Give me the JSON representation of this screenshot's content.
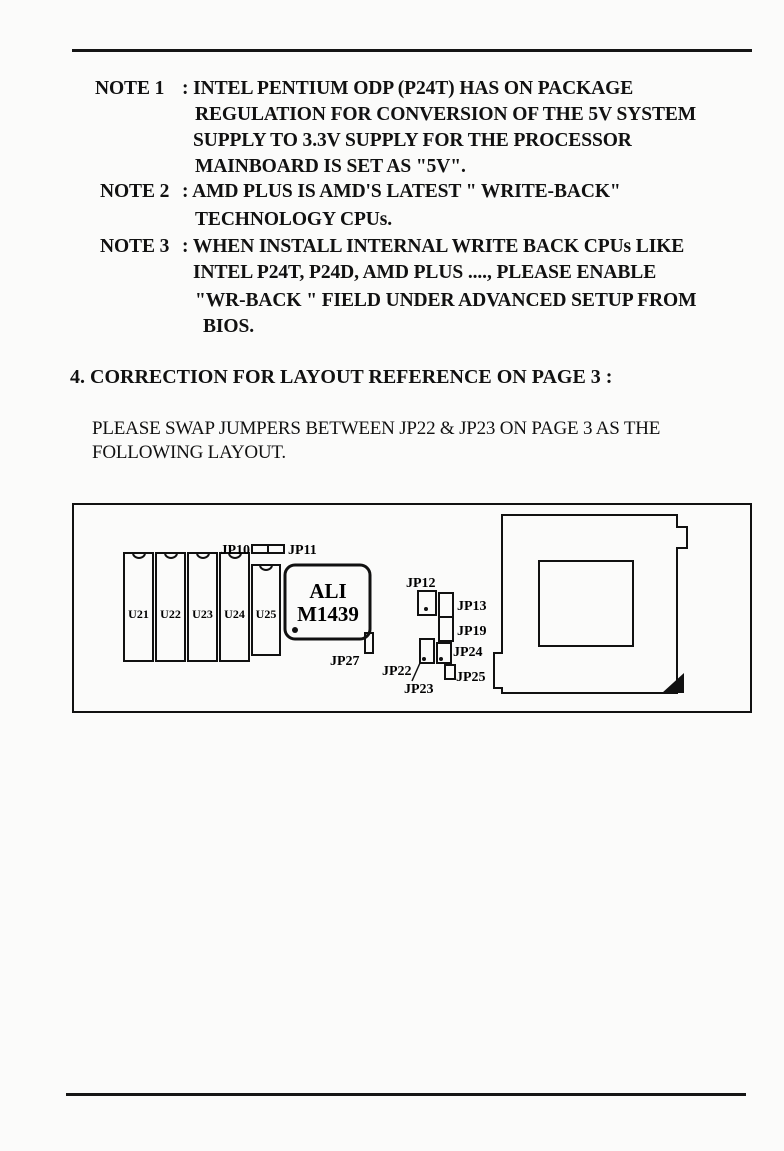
{
  "notes": [
    {
      "tag": "NOTE 1",
      "lines": [
        ": INTEL PENTIUM ODP (P24T) HAS ON PACKAGE",
        "REGULATION FOR CONVERSION OF THE 5V SYSTEM",
        "SUPPLY TO 3.3V SUPPLY FOR THE PROCESSOR",
        "MAINBOARD IS SET AS \"5V\"."
      ]
    },
    {
      "tag": "NOTE 2",
      "lines": [
        ": AMD PLUS IS AMD'S LATEST \" WRITE-BACK\"",
        "TECHNOLOGY CPUs."
      ]
    },
    {
      "tag": "NOTE 3",
      "lines": [
        ": WHEN INSTALL INTERNAL WRITE BACK CPUs LIKE",
        "INTEL P24T, P24D, AMD PLUS ...., PLEASE ENABLE",
        "\"WR-BACK \" FIELD UNDER ADVANCED SETUP FROM",
        "BIOS."
      ]
    }
  ],
  "section": {
    "heading": "4. CORRECTION FOR LAYOUT REFERENCE ON PAGE 3 :",
    "body": [
      "PLEASE SWAP JUMPERS BETWEEN JP22 & JP23 ON PAGE 3 AS THE",
      "FOLLOWING LAYOUT."
    ]
  },
  "diagram": {
    "chips": [
      "U21",
      "U22",
      "U23",
      "U24",
      "U25"
    ],
    "chipset": [
      "ALI",
      "M1439"
    ],
    "jumpers": {
      "jp10": "JP10",
      "jp11": "JP11",
      "jp12": "JP12",
      "jp13": "JP13",
      "jp19": "JP19",
      "jp24": "JP24",
      "jp25": "JP25",
      "jp27": "JP27",
      "jp22": "JP22",
      "jp23": "JP23"
    }
  }
}
